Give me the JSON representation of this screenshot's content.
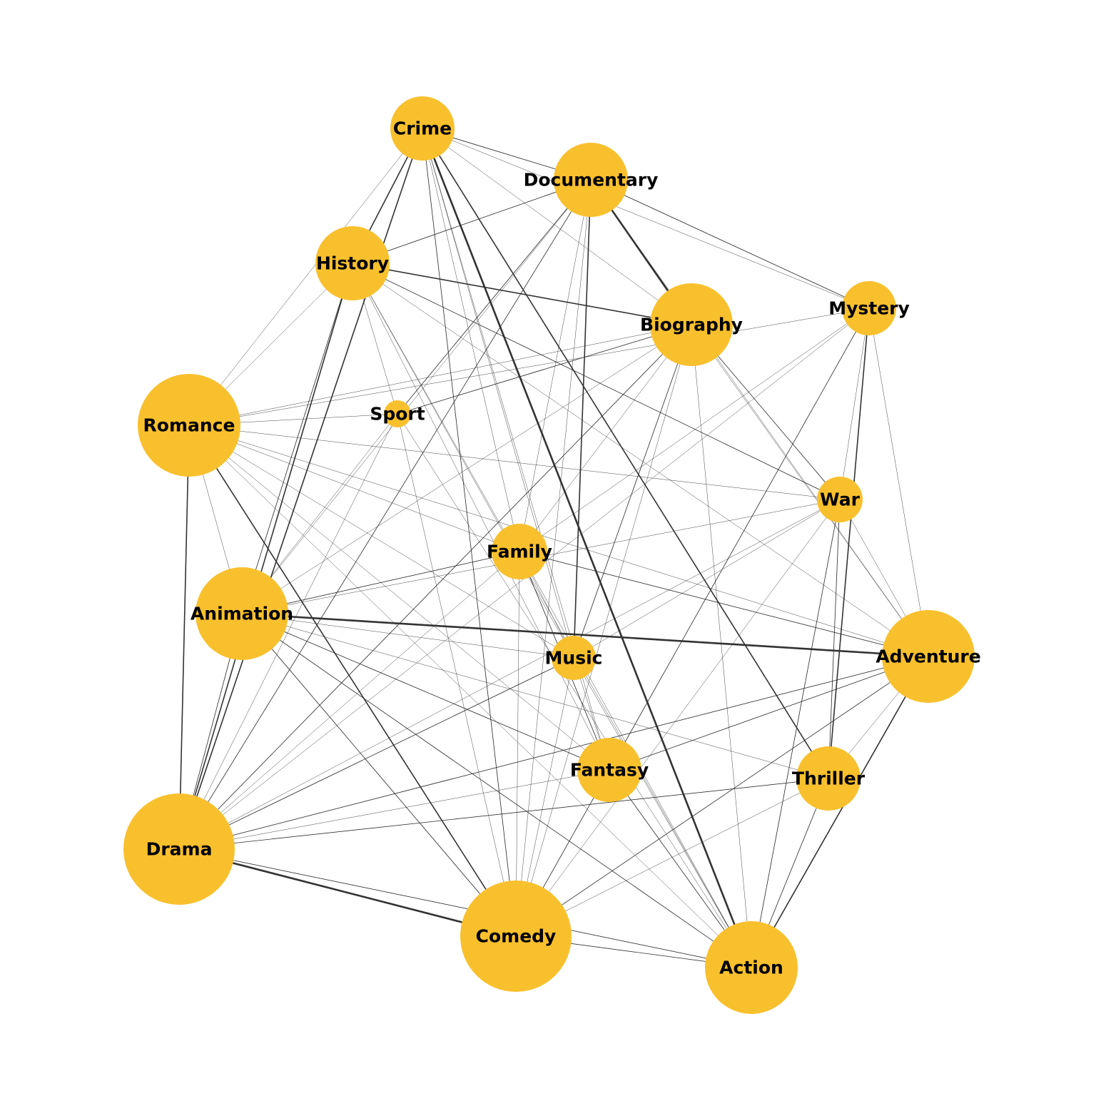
{
  "graph": {
    "node_color": "#f9c02e",
    "edge_color": "#333333",
    "label_color": "#000000",
    "nodes": [
      {
        "id": "crime",
        "label": "Crime"
      },
      {
        "id": "documentary",
        "label": "Documentary"
      },
      {
        "id": "history",
        "label": "History"
      },
      {
        "id": "biography",
        "label": "Biography"
      },
      {
        "id": "mystery",
        "label": "Mystery"
      },
      {
        "id": "romance",
        "label": "Romance"
      },
      {
        "id": "sport",
        "label": "Sport"
      },
      {
        "id": "war",
        "label": "War"
      },
      {
        "id": "family",
        "label": "Family"
      },
      {
        "id": "animation",
        "label": "Animation"
      },
      {
        "id": "music",
        "label": "Music"
      },
      {
        "id": "adventure",
        "label": "Adventure"
      },
      {
        "id": "fantasy",
        "label": "Fantasy"
      },
      {
        "id": "thriller",
        "label": "Thriller"
      },
      {
        "id": "drama",
        "label": "Drama"
      },
      {
        "id": "comedy",
        "label": "Comedy"
      },
      {
        "id": "action",
        "label": "Action"
      }
    ],
    "edges": [
      {
        "source": "crime",
        "target": "history",
        "weight": 2
      },
      {
        "source": "crime",
        "target": "documentary",
        "weight": 1
      },
      {
        "source": "crime",
        "target": "mystery",
        "weight": 0
      },
      {
        "source": "crime",
        "target": "biography",
        "weight": 0
      },
      {
        "source": "crime",
        "target": "romance",
        "weight": 0
      },
      {
        "source": "crime",
        "target": "thriller",
        "weight": 2
      },
      {
        "source": "crime",
        "target": "action",
        "weight": 3
      },
      {
        "source": "crime",
        "target": "comedy",
        "weight": 1
      },
      {
        "source": "crime",
        "target": "drama",
        "weight": 2
      },
      {
        "source": "crime",
        "target": "fantasy",
        "weight": 0
      },
      {
        "source": "crime",
        "target": "music",
        "weight": 0
      },
      {
        "source": "crime",
        "target": "family",
        "weight": 0
      },
      {
        "source": "documentary",
        "target": "history",
        "weight": 1
      },
      {
        "source": "documentary",
        "target": "biography",
        "weight": 3
      },
      {
        "source": "documentary",
        "target": "mystery",
        "weight": 1
      },
      {
        "source": "documentary",
        "target": "music",
        "weight": 2
      },
      {
        "source": "documentary",
        "target": "sport",
        "weight": 1
      },
      {
        "source": "documentary",
        "target": "drama",
        "weight": 1
      },
      {
        "source": "documentary",
        "target": "animation",
        "weight": 0
      },
      {
        "source": "documentary",
        "target": "comedy",
        "weight": 0
      },
      {
        "source": "documentary",
        "target": "adventure",
        "weight": 0
      },
      {
        "source": "documentary",
        "target": "family",
        "weight": 0
      },
      {
        "source": "history",
        "target": "biography",
        "weight": 2
      },
      {
        "source": "history",
        "target": "war",
        "weight": 1
      },
      {
        "source": "history",
        "target": "romance",
        "weight": 0
      },
      {
        "source": "history",
        "target": "drama",
        "weight": 2
      },
      {
        "source": "history",
        "target": "animation",
        "weight": 1
      },
      {
        "source": "history",
        "target": "music",
        "weight": 0
      },
      {
        "source": "history",
        "target": "action",
        "weight": 0
      },
      {
        "source": "history",
        "target": "fantasy",
        "weight": 0
      },
      {
        "source": "history",
        "target": "sport",
        "weight": 0
      },
      {
        "source": "history",
        "target": "adventure",
        "weight": 0
      },
      {
        "source": "biography",
        "target": "drama",
        "weight": 1
      },
      {
        "source": "biography",
        "target": "music",
        "weight": 1
      },
      {
        "source": "biography",
        "target": "war",
        "weight": 1
      },
      {
        "source": "biography",
        "target": "romance",
        "weight": 0
      },
      {
        "source": "biography",
        "target": "sport",
        "weight": 1
      },
      {
        "source": "biography",
        "target": "comedy",
        "weight": 0
      },
      {
        "source": "biography",
        "target": "action",
        "weight": 0
      },
      {
        "source": "biography",
        "target": "adventure",
        "weight": 0
      },
      {
        "source": "biography",
        "target": "animation",
        "weight": 0
      },
      {
        "source": "biography",
        "target": "family",
        "weight": 0
      },
      {
        "source": "mystery",
        "target": "thriller",
        "weight": 2
      },
      {
        "source": "mystery",
        "target": "war",
        "weight": 0
      },
      {
        "source": "mystery",
        "target": "adventure",
        "weight": 0
      },
      {
        "source": "mystery",
        "target": "fantasy",
        "weight": 1
      },
      {
        "source": "mystery",
        "target": "drama",
        "weight": 0
      },
      {
        "source": "mystery",
        "target": "romance",
        "weight": 0
      },
      {
        "source": "mystery",
        "target": "family",
        "weight": 0
      },
      {
        "source": "romance",
        "target": "drama",
        "weight": 2
      },
      {
        "source": "romance",
        "target": "comedy",
        "weight": 2
      },
      {
        "source": "romance",
        "target": "sport",
        "weight": 0
      },
      {
        "source": "romance",
        "target": "animation",
        "weight": 0
      },
      {
        "source": "romance",
        "target": "music",
        "weight": 0
      },
      {
        "source": "romance",
        "target": "fantasy",
        "weight": 0
      },
      {
        "source": "romance",
        "target": "war",
        "weight": 0
      },
      {
        "source": "romance",
        "target": "family",
        "weight": 0
      },
      {
        "source": "romance",
        "target": "adventure",
        "weight": 0
      },
      {
        "source": "romance",
        "target": "action",
        "weight": 0
      },
      {
        "source": "sport",
        "target": "drama",
        "weight": 0
      },
      {
        "source": "sport",
        "target": "comedy",
        "weight": 0
      },
      {
        "source": "sport",
        "target": "action",
        "weight": 0
      },
      {
        "source": "sport",
        "target": "animation",
        "weight": 0
      },
      {
        "source": "war",
        "target": "action",
        "weight": 1
      },
      {
        "source": "war",
        "target": "thriller",
        "weight": 1
      },
      {
        "source": "war",
        "target": "drama",
        "weight": 0
      },
      {
        "source": "war",
        "target": "music",
        "weight": 0
      },
      {
        "source": "war",
        "target": "adventure",
        "weight": 0
      },
      {
        "source": "war",
        "target": "comedy",
        "weight": 0
      },
      {
        "source": "war",
        "target": "animation",
        "weight": 0
      },
      {
        "source": "family",
        "target": "animation",
        "weight": 1
      },
      {
        "source": "family",
        "target": "adventure",
        "weight": 1
      },
      {
        "source": "family",
        "target": "comedy",
        "weight": 0
      },
      {
        "source": "family",
        "target": "fantasy",
        "weight": 1
      },
      {
        "source": "family",
        "target": "music",
        "weight": 0
      },
      {
        "source": "family",
        "target": "action",
        "weight": 0
      },
      {
        "source": "family",
        "target": "drama",
        "weight": 0
      },
      {
        "source": "animation",
        "target": "adventure",
        "weight": 3
      },
      {
        "source": "animation",
        "target": "comedy",
        "weight": 1
      },
      {
        "source": "animation",
        "target": "action",
        "weight": 1
      },
      {
        "source": "animation",
        "target": "fantasy",
        "weight": 1
      },
      {
        "source": "animation",
        "target": "drama",
        "weight": 1
      },
      {
        "source": "animation",
        "target": "music",
        "weight": 0
      },
      {
        "source": "animation",
        "target": "thriller",
        "weight": 0
      },
      {
        "source": "music",
        "target": "drama",
        "weight": 1
      },
      {
        "source": "music",
        "target": "comedy",
        "weight": 0
      },
      {
        "source": "music",
        "target": "action",
        "weight": 0
      },
      {
        "source": "music",
        "target": "fantasy",
        "weight": 0
      },
      {
        "source": "adventure",
        "target": "action",
        "weight": 2
      },
      {
        "source": "adventure",
        "target": "comedy",
        "weight": 1
      },
      {
        "source": "adventure",
        "target": "fantasy",
        "weight": 1
      },
      {
        "source": "adventure",
        "target": "drama",
        "weight": 1
      },
      {
        "source": "adventure",
        "target": "thriller",
        "weight": 0
      },
      {
        "source": "fantasy",
        "target": "comedy",
        "weight": 1
      },
      {
        "source": "fantasy",
        "target": "action",
        "weight": 1
      },
      {
        "source": "fantasy",
        "target": "drama",
        "weight": 0
      },
      {
        "source": "thriller",
        "target": "action",
        "weight": 1
      },
      {
        "source": "thriller",
        "target": "drama",
        "weight": 1
      },
      {
        "source": "thriller",
        "target": "comedy",
        "weight": 0
      },
      {
        "source": "drama",
        "target": "comedy",
        "weight": 3
      },
      {
        "source": "drama",
        "target": "action",
        "weight": 1
      },
      {
        "source": "comedy",
        "target": "action",
        "weight": 1
      }
    ]
  }
}
